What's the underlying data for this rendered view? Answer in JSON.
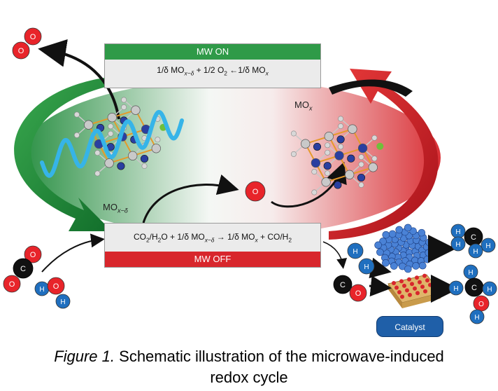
{
  "boxes": {
    "top": {
      "bar_label": "MW ON",
      "equation": "1/δ MO_{x−δ} + 1/2 O_2 ←1/δ MO_x"
    },
    "bottom": {
      "bar_label": "MW OFF",
      "equation": "CO_2/H_2O + 1/δ MO_{x−δ} → 1/δ MO_x + CO/H_2"
    }
  },
  "labels": {
    "mo_reduced": "MO_{x−δ}",
    "mo_oxidized": "MO_x",
    "catalyst": "Catalyst"
  },
  "atoms": {
    "o": "O",
    "c": "C",
    "h": "H"
  },
  "caption": {
    "figure": "Figure 1.",
    "text": "Schematic illustration of the microwave-induced redox cycle"
  },
  "colors": {
    "green": "#2f9a48",
    "red": "#d8262c",
    "oxygen": "#e8242a",
    "carbon": "#111111",
    "hydrogen": "#1f6fbf",
    "wave": "#36b4e8"
  }
}
